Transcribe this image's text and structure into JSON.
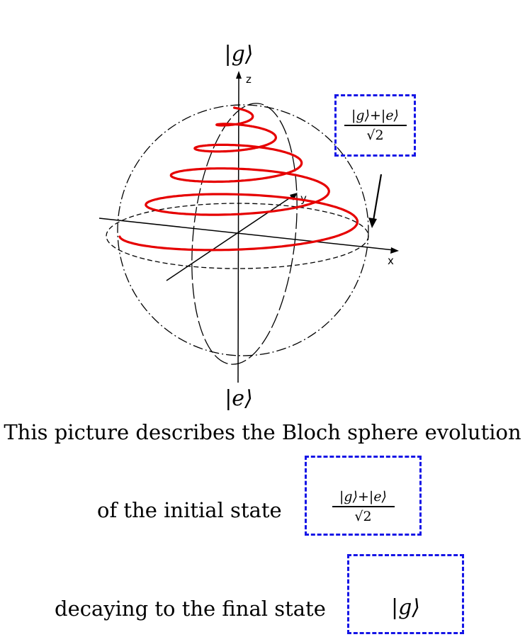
{
  "diagram": {
    "top_pole_label": "|g⟩",
    "bottom_pole_label": "|e⟩",
    "axis_z": "z",
    "axis_y": "y",
    "axis_x": "x",
    "state_box": {
      "numerator": "|g⟩+|e⟩",
      "denominator": "√2"
    },
    "colors": {
      "trajectory": "#e60000",
      "box_border": "#1515e6",
      "sphere": "#000000"
    }
  },
  "caption": {
    "line1": "This picture describes the Bloch sphere evolution",
    "line2_text": "of the initial state",
    "line2_box": {
      "numerator": "|g⟩+|e⟩",
      "denominator": "√2"
    },
    "line3_text": "decaying to the final state",
    "line3_box": "|g⟩"
  }
}
